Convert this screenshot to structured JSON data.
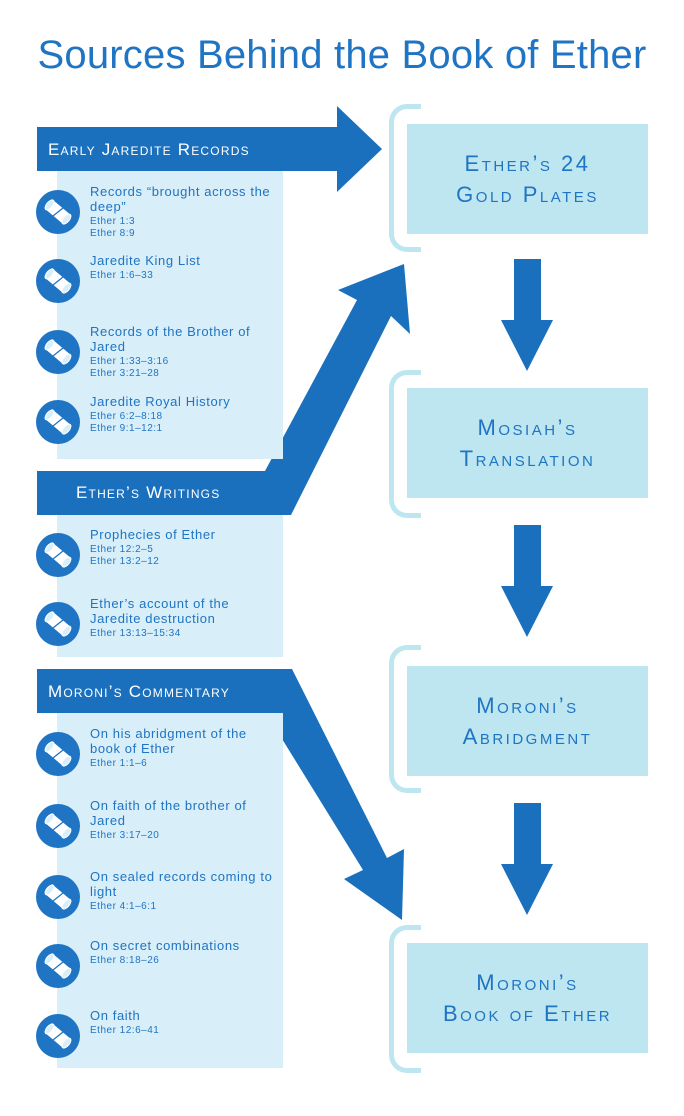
{
  "title": "Sources Behind the Book of Ether",
  "sections": [
    {
      "header": "Early Jaredite Records",
      "items": [
        {
          "label": "Records “brought across the deep”",
          "refs": [
            "Ether 1:3",
            "Ether 8:9"
          ]
        },
        {
          "label": "Jaredite King List",
          "refs": [
            "Ether 1:6–33"
          ]
        },
        {
          "label": "Records of the Brother of Jared",
          "refs": [
            "Ether 1:33–3:16",
            "Ether 3:21–28"
          ]
        },
        {
          "label": "Jaredite Royal History",
          "refs": [
            "Ether 6:2–8:18",
            "Ether 9:1–12:1"
          ]
        }
      ]
    },
    {
      "header": "Ether’s Writings",
      "items": [
        {
          "label": "Prophecies of Ether",
          "refs": [
            "Ether 12:2–5",
            "Ether 13:2–12"
          ]
        },
        {
          "label": "Ether’s account of the Jaredite destruction",
          "refs": [
            "Ether 13:13–15:34"
          ]
        }
      ]
    },
    {
      "header": "Moroni’s Commentary",
      "items": [
        {
          "label": "On his abridgment of the book of Ether",
          "refs": [
            "Ether 1:1–6"
          ]
        },
        {
          "label": "On faith of the brother of Jared",
          "refs": [
            "Ether 3:17–20"
          ]
        },
        {
          "label": "On sealed records coming to light",
          "refs": [
            "Ether 4:1–6:1"
          ]
        },
        {
          "label": "On secret combinations",
          "refs": [
            "Ether 8:18–26"
          ]
        },
        {
          "label": "On faith",
          "refs": [
            "Ether 12:6–41"
          ]
        }
      ]
    }
  ],
  "stages": [
    "Ether’s 24\nGold Plates",
    "Mosiah’s\nTranslation",
    "Moroni’s\nAbridgment",
    "Moroni’s\nBook of Ether"
  ],
  "colors": {
    "accent": "#1f74c3",
    "arrow": "#1a70bd",
    "panel": "#d8eef8",
    "box": "#bde6f0"
  },
  "icon": "scroll-icon"
}
